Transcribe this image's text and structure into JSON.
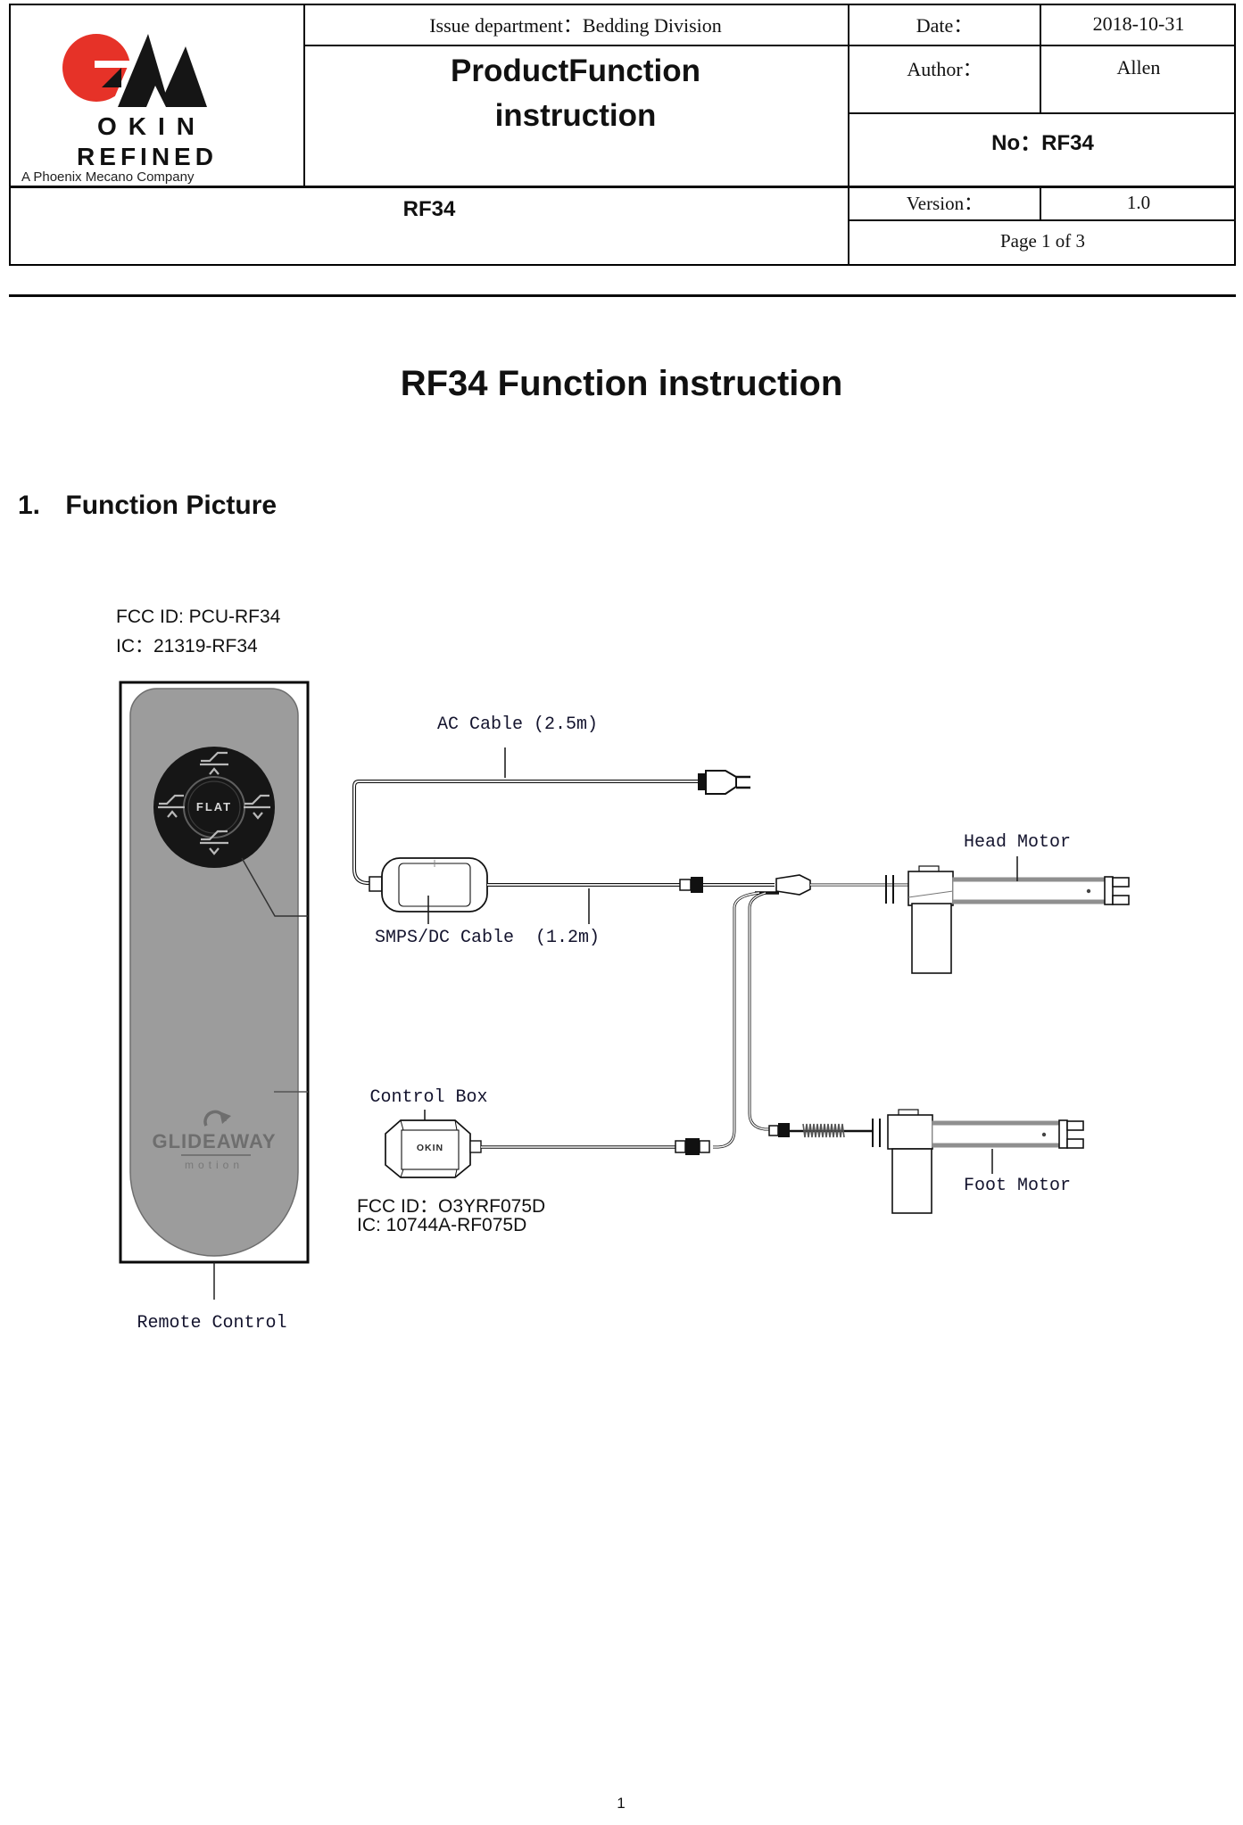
{
  "header": {
    "logo": {
      "brand_top": "OKIN",
      "brand_bottom": "REFINED",
      "tagline": "A Phoenix Mecano Company",
      "icon": "okin-mountains-logo-icon",
      "logo_red": "#e63228"
    },
    "issue_department": "Issue department：Bedding Division",
    "product_title_line1": "ProductFunction",
    "product_title_line2": "instruction",
    "date_label": "Date：",
    "date_value": "2018-10-31",
    "author_label": "Author：",
    "author_value": "Allen",
    "no_line": "No：RF34",
    "model_code": "RF34",
    "version_label": "Version：",
    "version_value": "1.0",
    "page_info": "Page 1 of 3"
  },
  "content": {
    "main_title": "RF34 Function instruction",
    "section_number": "1.",
    "section_title": "Function Picture",
    "remote_ids": {
      "fcc": "FCC ID: PCU-RF34",
      "ic": "IC：21319-RF34"
    },
    "controlbox_ids": {
      "fcc": "FCC ID：O3YRF075D",
      "ic": "IC: 10744A-RF075D"
    }
  },
  "diagram": {
    "labels": {
      "ac_cable": "AC Cable (2.5m)",
      "smps_dc_cable": "SMPS/DC Cable  (1.2m)",
      "head_motor": "Head Motor",
      "control_box": "Control Box",
      "foot_motor": "Foot Motor",
      "remote_control": "Remote Control"
    },
    "remote": {
      "center_button": "FLAT",
      "brand": "GLIDEAWAY",
      "brand_sub": "motion",
      "body_color": "#9c9c9c",
      "pad_color": "#161616"
    },
    "control_box": {
      "brand": "OKIN"
    },
    "icons": {
      "pad_top": "bed-head-raise-icon",
      "pad_bottom": "bed-head-lower-icon",
      "pad_left": "bed-raise-icon",
      "pad_right": "bed-lower-icon",
      "glideaway_mark": "glideaway-swoosh-icon"
    }
  },
  "footer": {
    "page_number": "1"
  }
}
